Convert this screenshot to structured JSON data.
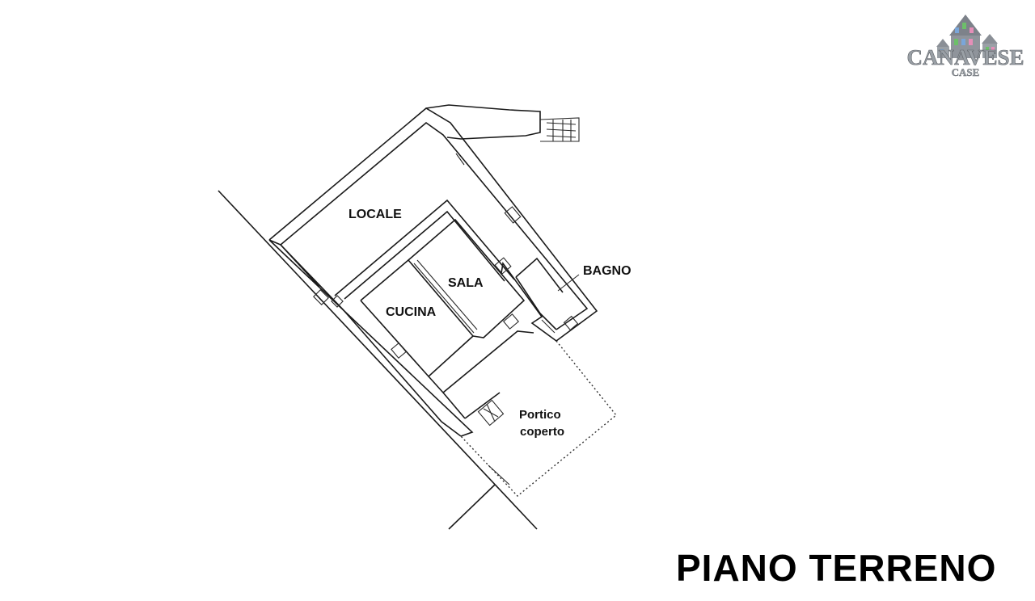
{
  "logo": {
    "brand": "CANAVESE",
    "sub": "CASE",
    "colors": {
      "roof": "#8a8f96",
      "window_green": "#6dbf6a",
      "window_blue": "#7aa6d9",
      "window_pink": "#e58fb8"
    }
  },
  "floor_title": "PIANO TERRENO",
  "rooms": {
    "locale": "LOCALE",
    "sala": "SALA",
    "cucina": "CUCINA",
    "bagno": "BAGNO",
    "portico_line1": "Portico",
    "portico_line2": "coperto"
  },
  "colors": {
    "line": "#1a1a1a",
    "background": "#ffffff"
  }
}
